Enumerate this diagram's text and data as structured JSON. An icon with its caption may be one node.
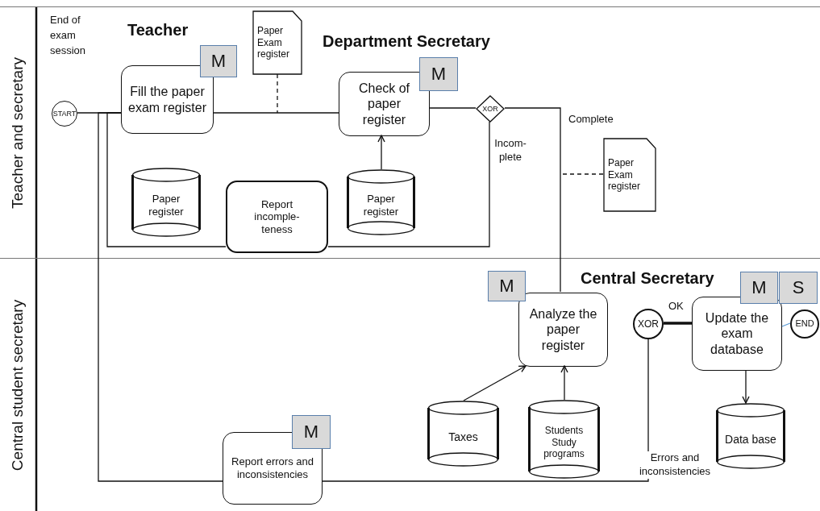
{
  "diagram": {
    "nodes": [
      {
        "text": [
          "Teacher and secretary"
        ]
      },
      {
        "text": [
          "Central student secretary"
        ]
      },
      {
        "text": [
          "START"
        ],
        "in": 0
      },
      {
        "text": [
          "Fill the paper exam register"
        ],
        "in": 0
      },
      {
        "text": [
          "M"
        ],
        "in": 0
      },
      {
        "text": [
          "Paper Exam register"
        ],
        "in": 0
      },
      {
        "text": [
          "Check of paper register"
        ],
        "in": 0
      },
      {
        "text": [
          "M"
        ],
        "in": 0
      },
      {
        "text": [
          "XOR"
        ],
        "in": 0
      },
      {
        "text": [
          "Paper Exam register"
        ],
        "in": 0
      },
      {
        "text": [
          "Paper register"
        ],
        "in": 0
      },
      {
        "text": [
          "Report incomple- teness"
        ],
        "in": 0
      },
      {
        "text": [
          "Paper register"
        ],
        "in": 0
      },
      {
        "text": [
          "Analyze the paper register"
        ],
        "in": 1
      },
      {
        "text": [
          "M"
        ],
        "in": 1
      },
      {
        "text": [
          "XOR"
        ],
        "in": 1
      },
      {
        "text": [
          "Update the exam database"
        ],
        "in": 1
      },
      {
        "text": [
          "M"
        ],
        "in": 1
      },
      {
        "text": [
          "S"
        ],
        "in": 1
      },
      {
        "text": [
          "END"
        ],
        "in": 1
      },
      {
        "text": [
          "Taxes"
        ],
        "in": 1
      },
      {
        "text": [
          "Students Study programs"
        ],
        "in": 1
      },
      {
        "text": [
          "Data base"
        ],
        "in": 1
      },
      {
        "text": [
          "Report errors and inconsistencies"
        ],
        "in": 1
      },
      {
        "text": [
          "M"
        ],
        "in": 1
      }
    ],
    "edges": [
      {
        "from": 2,
        "to": 3,
        "arrow": "none"
      },
      {
        "from": 3,
        "to": 6,
        "arrow": "none"
      },
      {
        "from": 5,
        "to": null,
        "arrow": "none",
        "style": "dashed"
      },
      {
        "from": 6,
        "to": 8,
        "arrow": "none"
      },
      {
        "from": 8,
        "to": 13,
        "arrow": "none",
        "label": "Complete"
      },
      {
        "from": 9,
        "to": null,
        "arrow": "none",
        "style": "dashed"
      },
      {
        "from": 8,
        "to": 11,
        "arrow": "none",
        "label": "Incom- plete"
      },
      {
        "from": 11,
        "to": 3,
        "arrow": "none"
      },
      {
        "from": 12,
        "to": 6,
        "arrow": "to"
      },
      {
        "from": 23,
        "to": 3,
        "arrow": "none"
      },
      {
        "from": 23,
        "to": 15,
        "arrow": "none",
        "label": "Errors and inconsistencies"
      },
      {
        "from": 20,
        "to": 13,
        "arrow": "to"
      },
      {
        "from": 21,
        "to": 13,
        "arrow": "to"
      },
      {
        "from": 15,
        "to": 16,
        "arrow": "none",
        "label": "OK",
        "style": "thick"
      },
      {
        "from": 16,
        "to": 19,
        "arrow": "none",
        "color": "#5b9bd5"
      },
      {
        "from": 16,
        "to": 22,
        "arrow": "to"
      }
    ],
    "labels": [
      "End of exam session",
      "Teacher",
      "Department Secretary",
      "Central Secretary"
    ]
  }
}
